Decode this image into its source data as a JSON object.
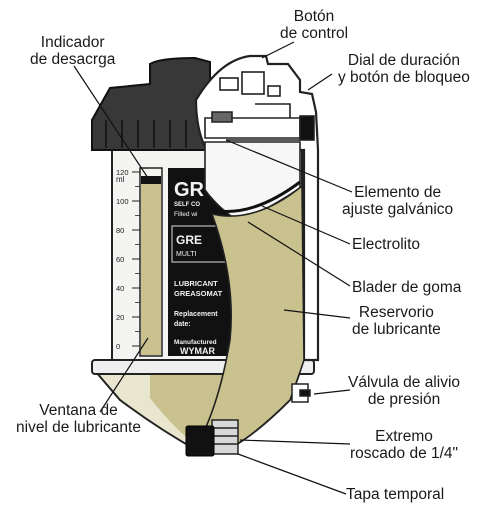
{
  "labels": {
    "control_button": [
      "Botón",
      "de control"
    ],
    "discharge_indicator": [
      "Indicador",
      "de desacrga"
    ],
    "duration_dial": [
      "Dial de duración",
      "y botón de bloqueo"
    ],
    "galvanic_element": [
      "Elemento de",
      "ajuste galvánico"
    ],
    "electrolyte": [
      "Electrolito"
    ],
    "rubber_bladder": [
      "Blader de goma"
    ],
    "lubricant_reservoir": [
      "Reservorio",
      "de lubricante"
    ],
    "relief_valve": [
      "Válvula de alivio",
      "de presión"
    ],
    "level_window": [
      "Ventana de",
      "nivel de lubricante"
    ],
    "threaded_end": [
      "Extremo",
      "roscado de 1/4\""
    ],
    "temporary_cap": [
      "Tapa temporal"
    ]
  },
  "product_label": {
    "brand": "GR",
    "subtitle": "SELF CO",
    "filled": "Filled wi",
    "model": "GRE",
    "multi": "MULTI",
    "lubricant": "LUBRICANT",
    "greasomat": "GREASOMAT",
    "replacement": "Replacement",
    "date": "date:",
    "manufactured": "Manufactured",
    "maker": "WYMAR"
  },
  "scale": {
    "unit": "ml",
    "ticks": [
      "120",
      "100",
      "80",
      "60",
      "40",
      "20",
      "0"
    ]
  },
  "colors": {
    "lubricant": "#c9c28e",
    "lubricant_dark": "#b5ad73",
    "housing": "#3a3a3a",
    "cap": "#333333"
  }
}
